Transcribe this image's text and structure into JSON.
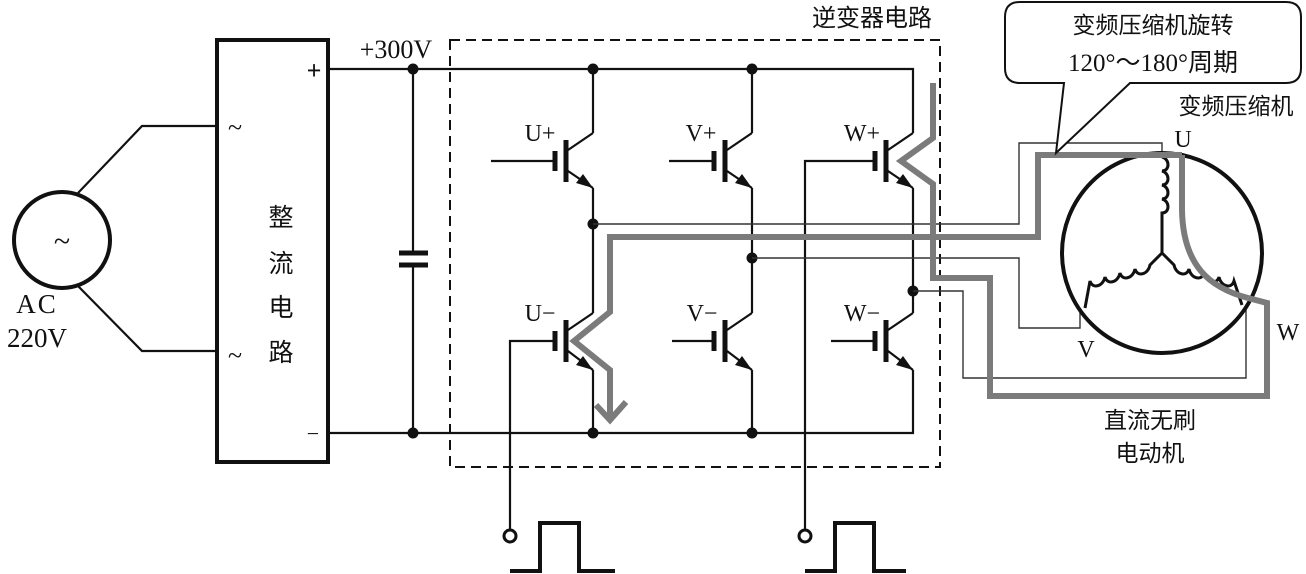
{
  "source": {
    "symbol": "~",
    "label_line1": "AC",
    "label_line2": "220V"
  },
  "rectifier": {
    "title_chars": [
      "整",
      "流",
      "电",
      "路"
    ],
    "ac_input_symbol": "~",
    "plus_label": "+",
    "minus_label": "−"
  },
  "dc_bus": {
    "voltage_label": "+300V"
  },
  "inverter": {
    "title": "逆变器电路",
    "switches": {
      "u_plus": "U+",
      "v_plus": "V+",
      "w_plus": "W+",
      "u_minus": "U−",
      "v_minus": "V−",
      "w_minus": "W−"
    }
  },
  "callout": {
    "line1": "变频压缩机旋转",
    "line2": "120°～180°周期"
  },
  "motor": {
    "compressor_label": "变频压缩机",
    "phase_u": "U",
    "phase_v": "V",
    "phase_w": "W",
    "name_line1": "直流无刷",
    "name_line2": "电动机"
  },
  "colors": {
    "line": "#111111",
    "current_path": "#7b7b7b",
    "background": "#ffffff"
  }
}
